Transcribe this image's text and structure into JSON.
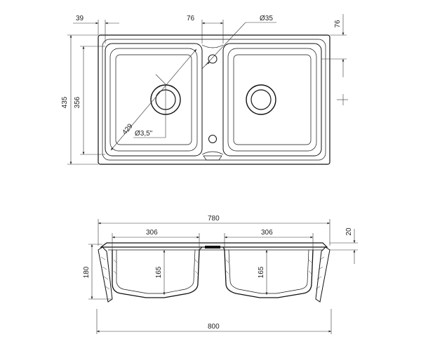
{
  "top_view": {
    "dims": {
      "left_width": "39",
      "center_width": "76",
      "drain_diameter": "Ø35",
      "right_height": "76",
      "total_height": "435",
      "bowl_height": "356",
      "diagonal": "429",
      "outlet": "Ø3,5\""
    }
  },
  "section_view": {
    "dims": {
      "top_width": "780",
      "bowl_left_width": "306",
      "bowl_right_width": "306",
      "rim_height": "20",
      "depth_left": "165",
      "depth_right": "165",
      "height": "180",
      "total_width": "800"
    }
  }
}
